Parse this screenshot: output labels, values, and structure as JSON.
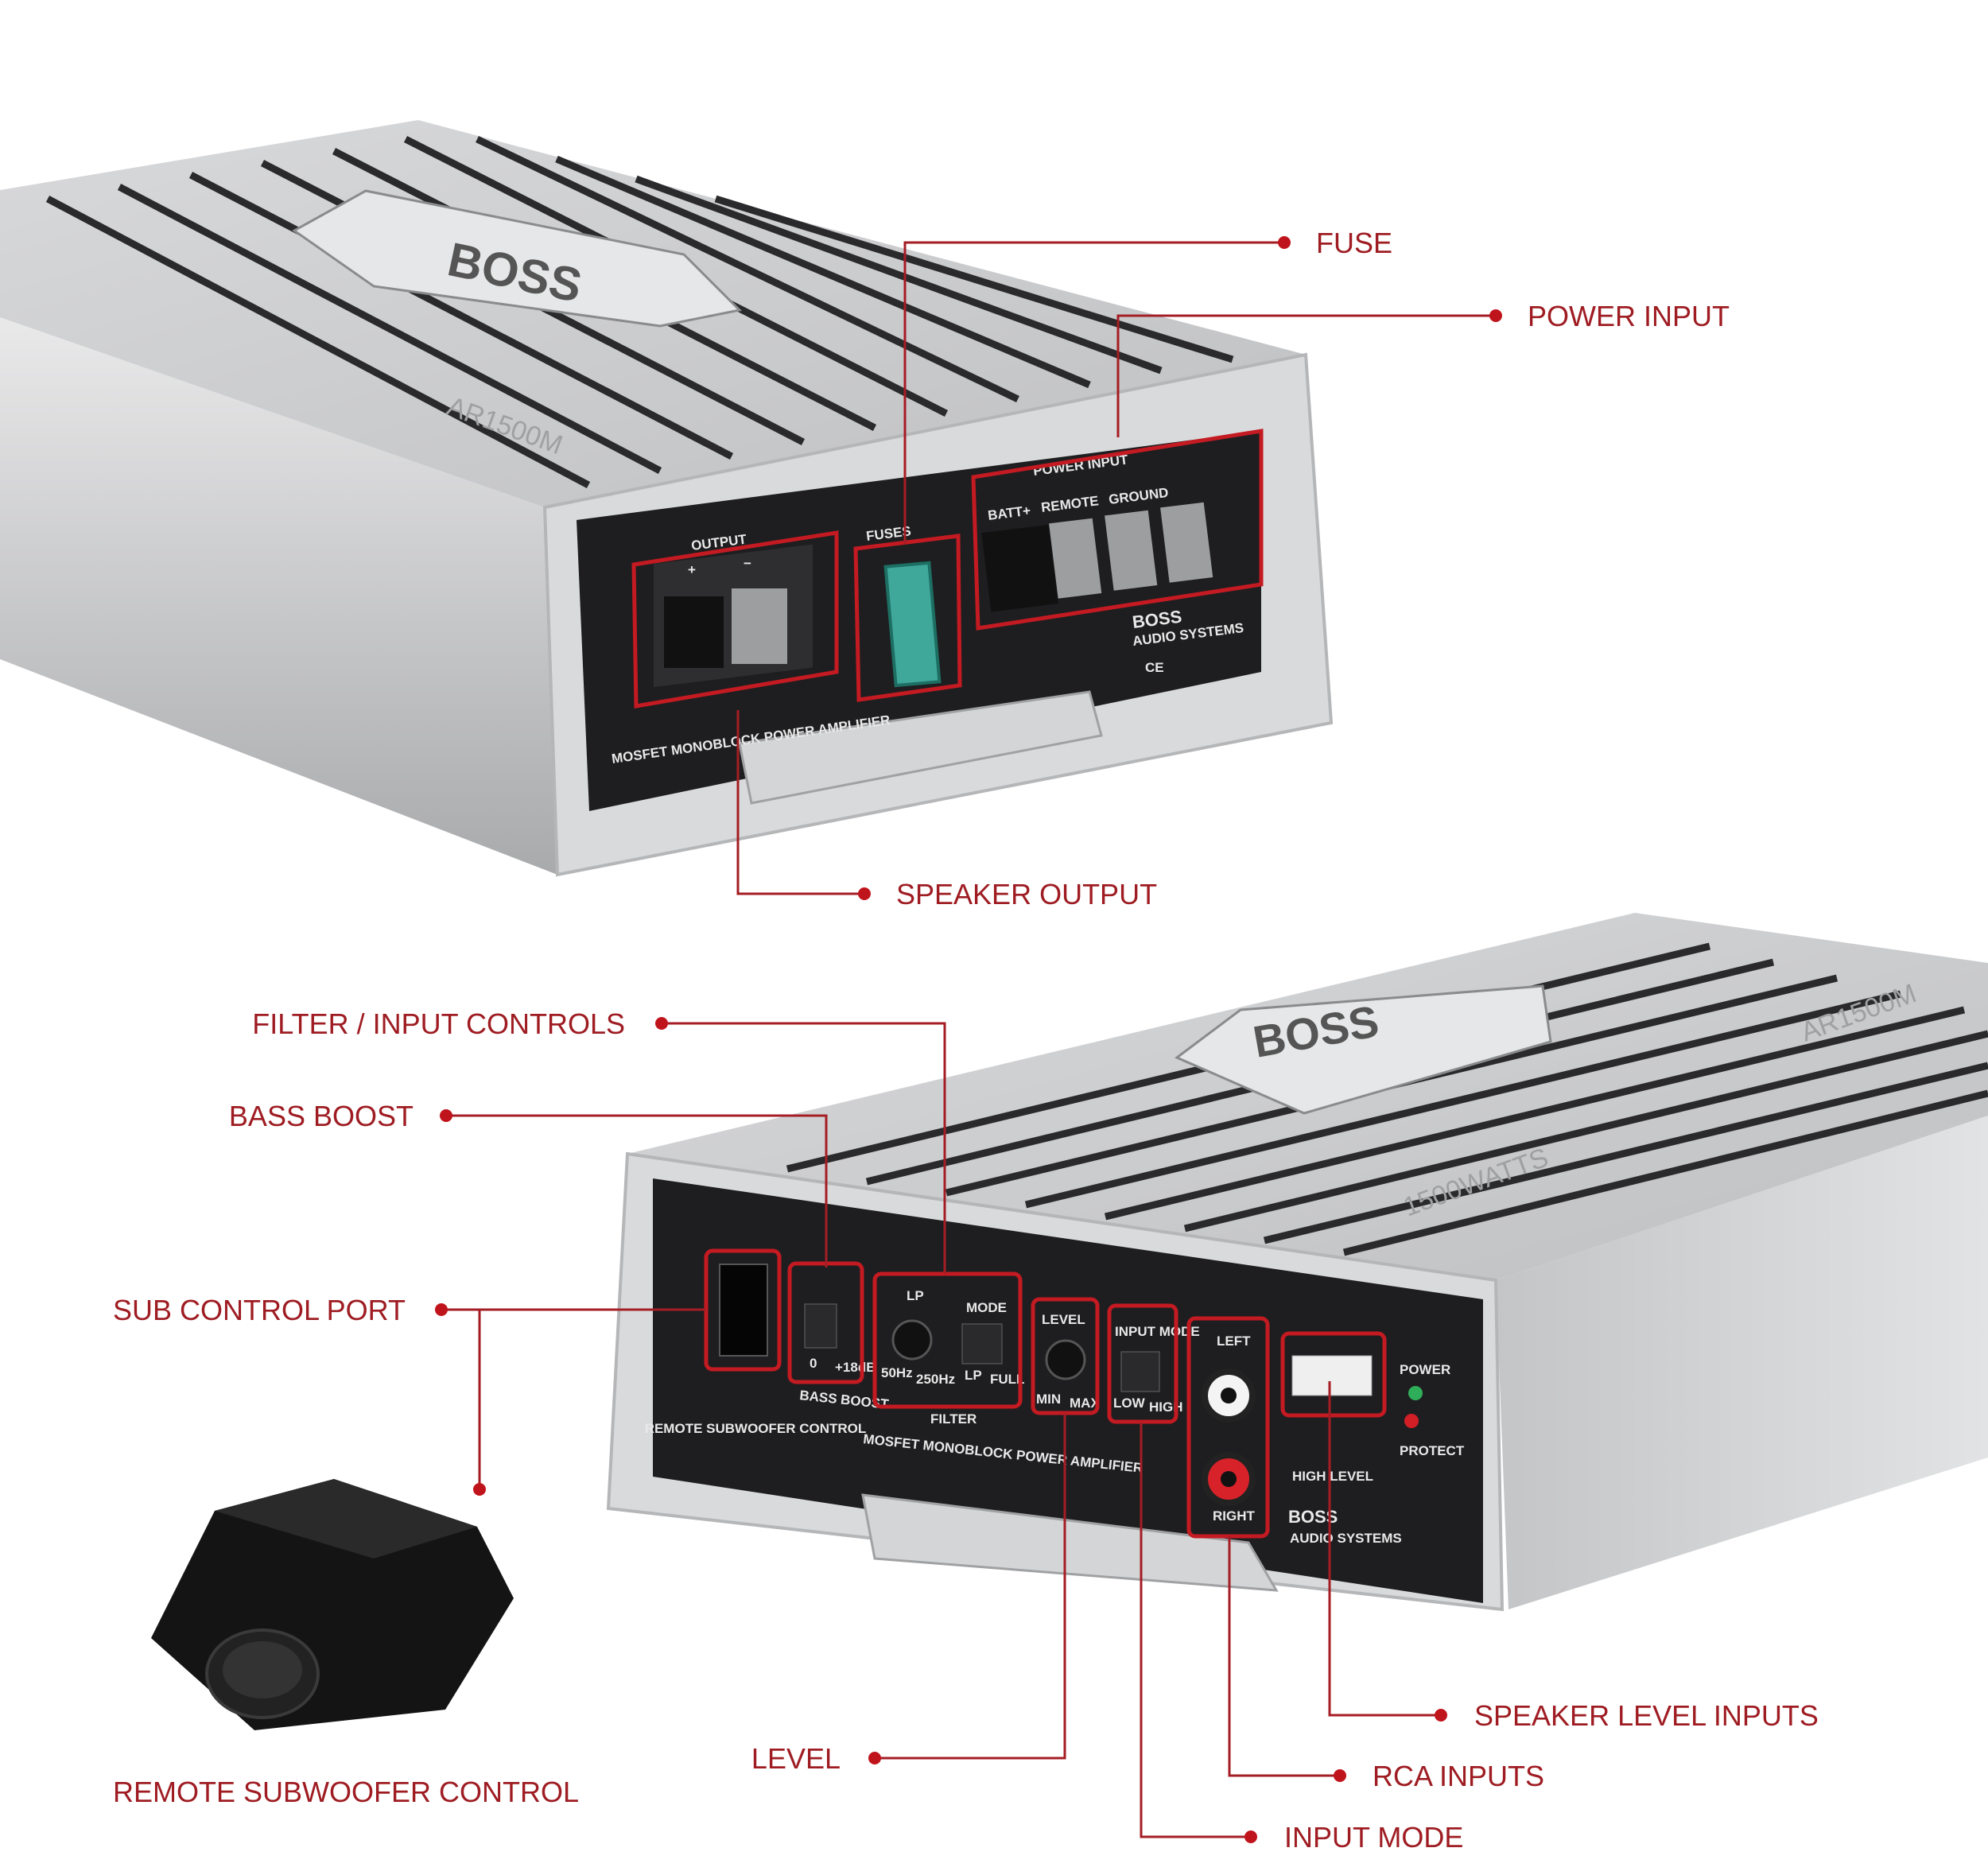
{
  "colors": {
    "accent": "#a51d24",
    "label": "#9e1c22",
    "panel": "#1e1e20",
    "silver": "#cfd0d2"
  },
  "callouts": {
    "fuse": "FUSE",
    "power_input": "POWER INPUT",
    "speaker_output": "SPEAKER OUTPUT",
    "filter_input_controls": "FILTER / INPUT CONTROLS",
    "bass_boost": "BASS BOOST",
    "sub_control_port": "SUB CONTROL PORT",
    "remote_subwoofer_control": "REMOTE SUBWOOFER CONTROL",
    "level": "LEVEL",
    "speaker_level_inputs": "SPEAKER LEVEL INPUTS",
    "rca_inputs": "RCA INPUTS",
    "input_mode": "INPUT MODE"
  },
  "top_amp": {
    "output": "OUTPUT",
    "plus": "+",
    "minus": "−",
    "fuses": "FUSES",
    "power_input": "POWER INPUT",
    "batt": "BATT+",
    "remote": "REMOTE",
    "ground": "GROUND",
    "brand": "BOSS",
    "brand_sub": "AUDIO SYSTEMS",
    "cert": "CE",
    "tagline": "MOSFET MONOBLOCK POWER AMPLIFIER",
    "model": "AR1500M"
  },
  "bottom_amp": {
    "remote_sub": "REMOTE SUBWOOFER CONTROL",
    "bass_boost": "BASS BOOST",
    "bb_0": "0",
    "bb_18": "+18dB",
    "lp": "LP",
    "mode": "MODE",
    "hz50": "50Hz",
    "hz250": "250Hz",
    "mode_lp": "LP",
    "mode_full": "FULL",
    "filter": "FILTER",
    "level": "LEVEL",
    "min": "MIN",
    "max": "MAX",
    "input_mode": "INPUT MODE",
    "low": "LOW",
    "high": "HIGH",
    "left": "LEFT",
    "right": "RIGHT",
    "power": "POWER",
    "protect": "PROTECT",
    "high_level": "HIGH LEVEL",
    "brand": "BOSS",
    "brand_sub": "AUDIO SYSTEMS",
    "tagline": "MOSFET MONOBLOCK POWER AMPLIFIER",
    "watts": "1500WATTS",
    "model": "AR1500M"
  }
}
